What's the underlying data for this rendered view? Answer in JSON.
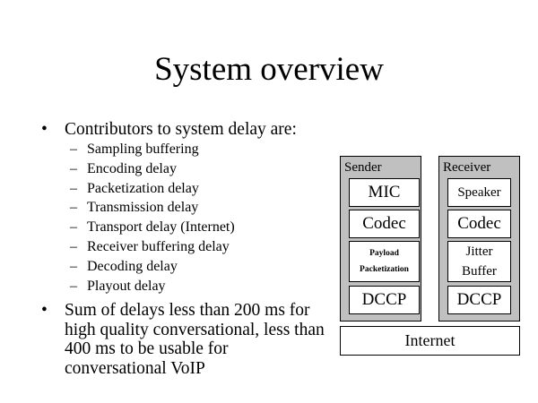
{
  "title": "System overview",
  "bullets": [
    {
      "text": "Contributors to system delay are:",
      "subitems": [
        "Sampling buffering",
        "Encoding delay",
        "Packetization delay",
        "Transmission delay",
        "Transport delay (Internet)",
        "Receiver buffering delay",
        "Decoding delay",
        "Playout delay"
      ]
    },
    {
      "text": "Sum of delays less than 200 ms for high quality conversational, less than 400 ms to be usable for conversational VoIP",
      "lines": [
        "Sum of delays less than 200 ms for",
        "high quality conversational, less than",
        "400 ms to be usable for",
        "conversational VoIP"
      ]
    }
  ],
  "bullet_glyph": "•",
  "dash_glyph": "–",
  "diagram": {
    "sender": {
      "label": "Sender",
      "blocks": [
        "MIC",
        "Codec",
        "Payload",
        "Packetization",
        "DCCP"
      ]
    },
    "receiver": {
      "label": "Receiver",
      "blocks": [
        "Speaker",
        "Codec",
        "Jitter",
        "Buffer",
        "DCCP"
      ]
    },
    "network": "Internet"
  }
}
